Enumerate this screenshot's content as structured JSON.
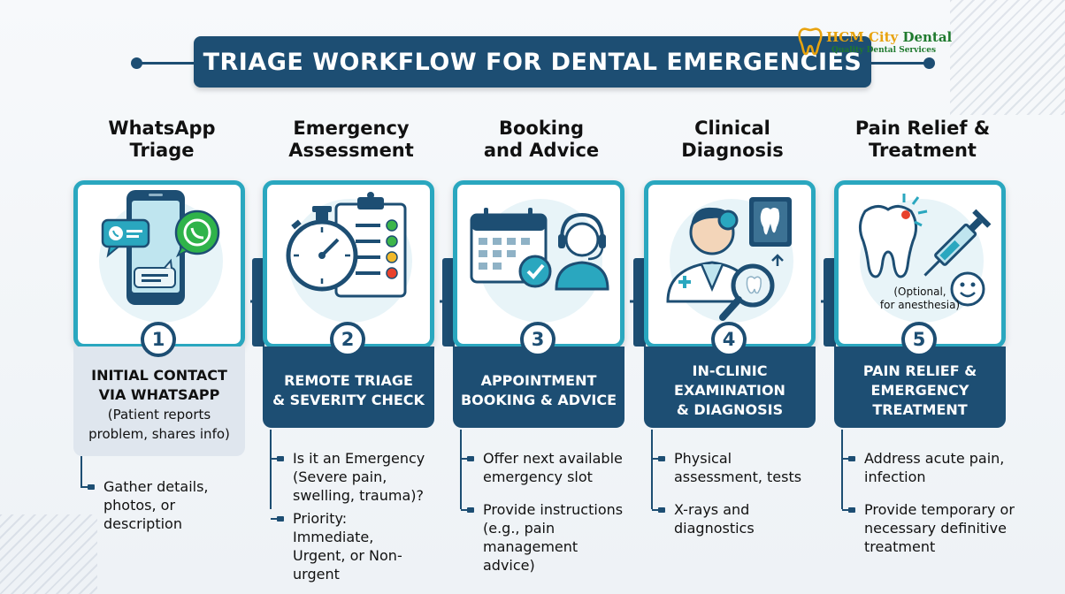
{
  "title": "TRIAGE WORKFLOW FOR DENTAL EMERGENCIES",
  "logo": {
    "name_part1": "HCM City",
    "name_part2": " Dental",
    "tagline": "Quality Dental Services"
  },
  "colors": {
    "navy": "#1d4e73",
    "teal": "#2aa7bf",
    "light_panel": "#dfe6ee",
    "logo_green": "#1f7a2e",
    "logo_gold": "#e8a30f"
  },
  "steps": [
    {
      "number": "1",
      "header": [
        "WhatsApp",
        "Triage"
      ],
      "icon": "smartphone-whatsapp-icon",
      "label": [
        "INITIAL CONTACT",
        "VIA WHATSAPP"
      ],
      "sublabel": [
        "(Patient reports",
        "problem, shares info)"
      ],
      "bullets": [
        "Gather details, photos, or description"
      ]
    },
    {
      "number": "2",
      "header": [
        "Emergency",
        "Assessment"
      ],
      "icon": "stopwatch-checklist-icon",
      "label": [
        "REMOTE TRIAGE",
        "& SEVERITY CHECK"
      ],
      "bullets": [
        "Is it an Emergency (Severe pain, swelling, trauma)?",
        "Priority: Immediate, Urgent, or Non-urgent"
      ]
    },
    {
      "number": "3",
      "header": [
        "Booking",
        "and Advice"
      ],
      "icon": "calendar-headset-icon",
      "label": [
        "APPOINTMENT",
        "BOOKING & ADVICE"
      ],
      "bullets": [
        "Offer next available emergency slot",
        "Provide instructions (e.g., pain management advice)"
      ]
    },
    {
      "number": "4",
      "header": [
        "Clinical",
        "Diagnosis"
      ],
      "icon": "dentist-xray-icon",
      "label": [
        "IN-CLINIC",
        "EXAMINATION",
        "& DIAGNOSIS"
      ],
      "bullets": [
        "Physical assessment, tests",
        "X-rays and diagnostics"
      ]
    },
    {
      "number": "5",
      "header": [
        "Pain Relief &",
        "Treatment"
      ],
      "icon": "tooth-syringe-icon",
      "card_note": [
        "(Optional,",
        "for anesthesia)"
      ],
      "label": [
        "PAIN RELIEF &",
        "EMERGENCY",
        "TREATMENT"
      ],
      "bullets": [
        "Address acute pain, infection",
        "Provide temporary or necessary definitive treatment"
      ]
    }
  ]
}
